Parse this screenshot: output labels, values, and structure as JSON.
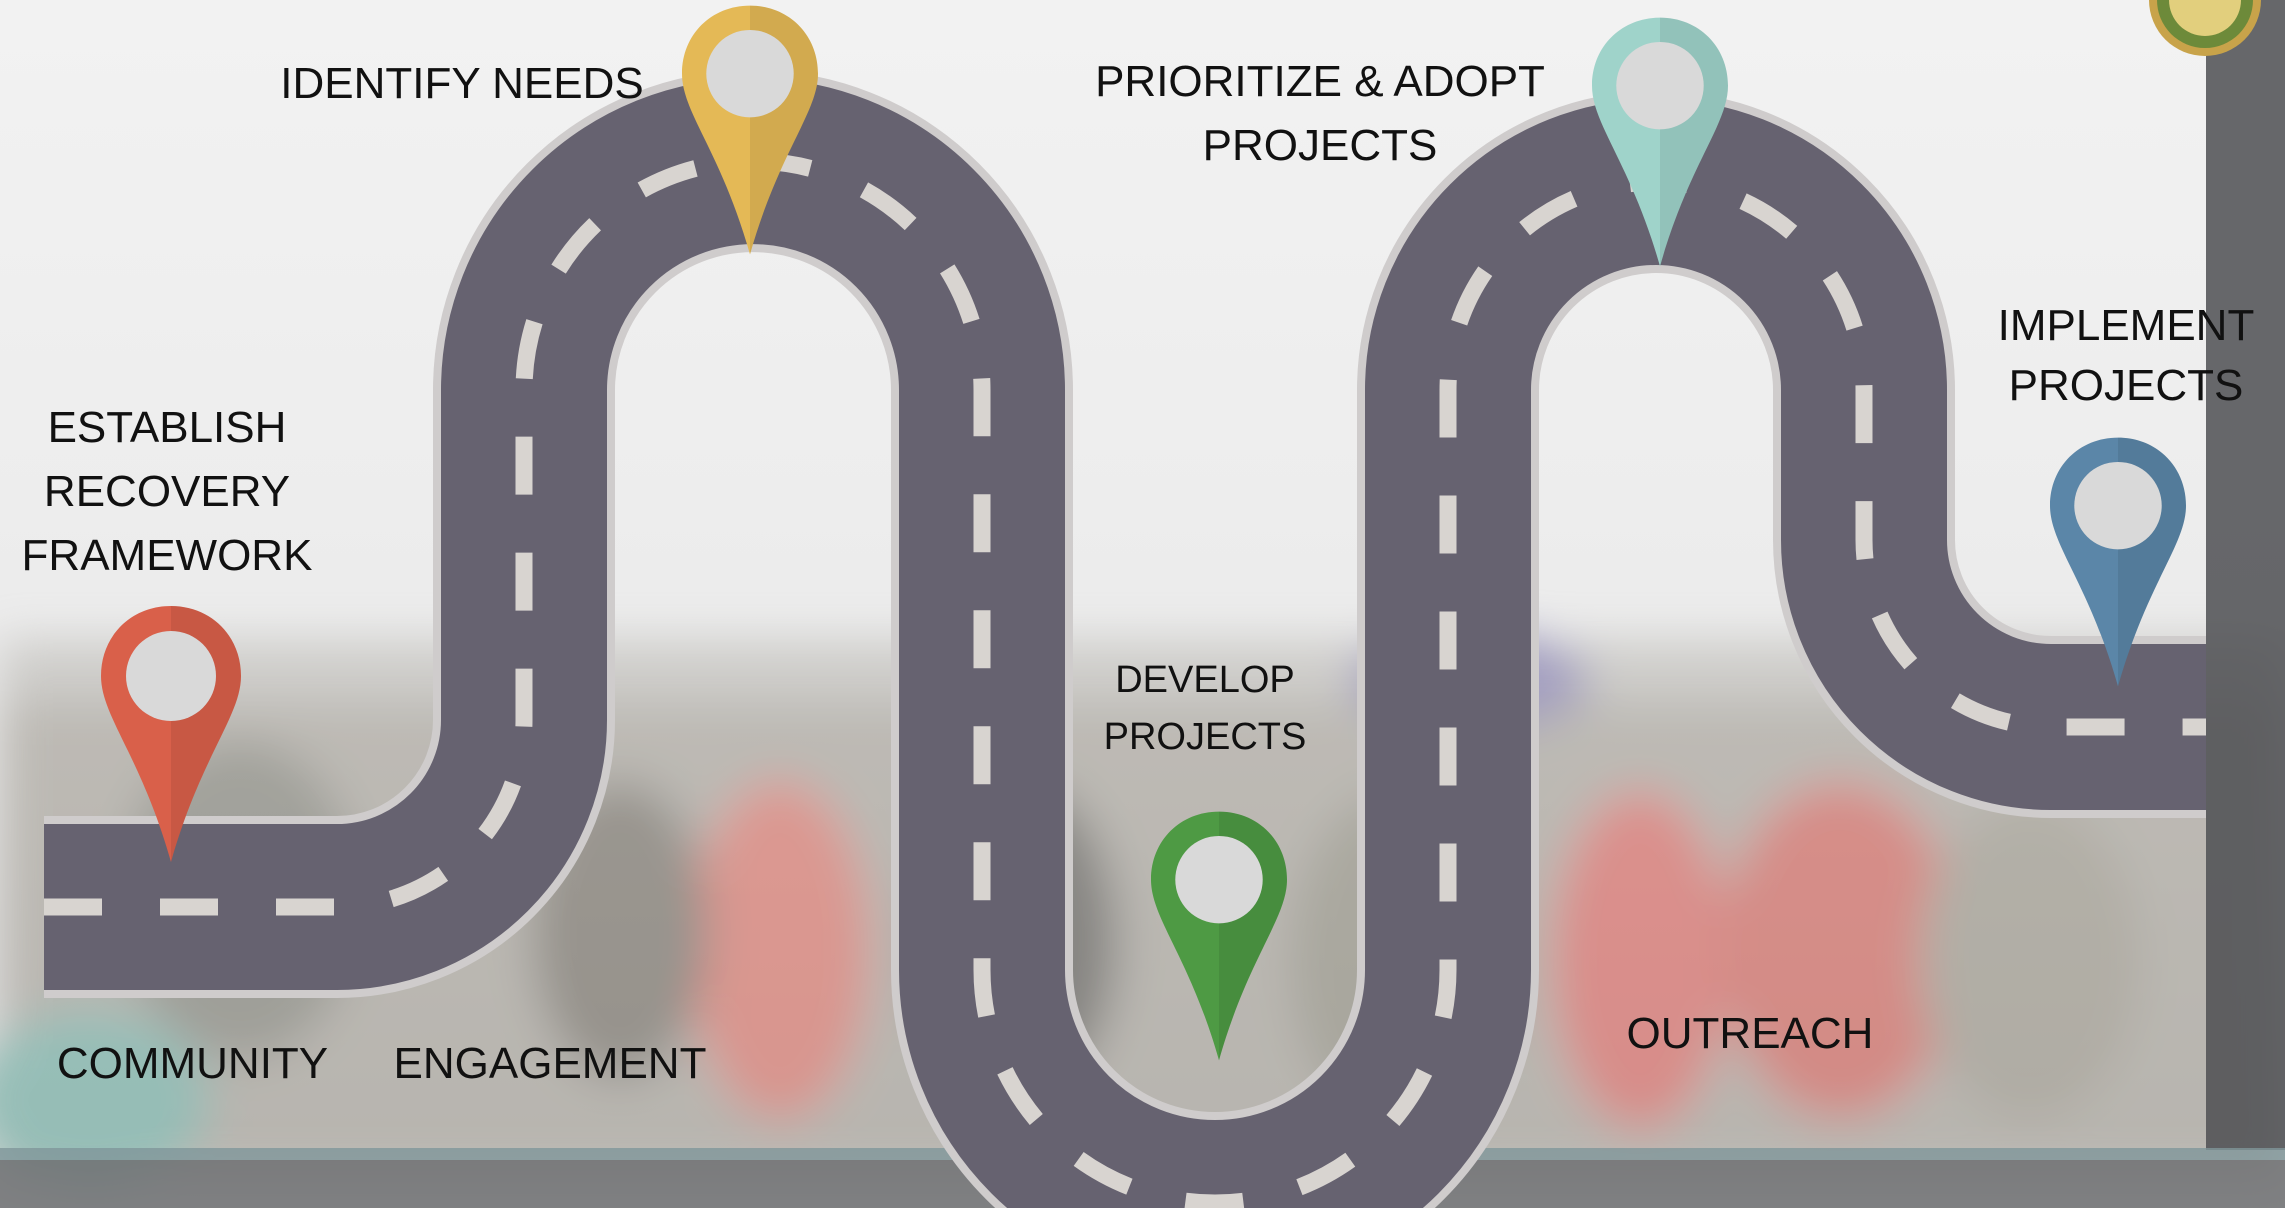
{
  "steps": {
    "establish": {
      "lines": [
        "ESTABLISH",
        "RECOVERY",
        "FRAMEWORK"
      ],
      "color": "#d9604a"
    },
    "identify": {
      "lines": [
        "IDENTIFY NEEDS"
      ],
      "color": "#e4b956"
    },
    "develop": {
      "lines": [
        "DEVELOP",
        "PROJECTS"
      ],
      "color": "#4e9a44"
    },
    "prioritize": {
      "lines": [
        "PRIORITIZE & ADOPT",
        "PROJECTS"
      ],
      "color": "#9fd3ca"
    },
    "implement": {
      "lines": [
        "IMPLEMENT",
        "PROJECTS"
      ],
      "color": "#5b86a8"
    }
  },
  "bottom_labels": {
    "community": "COMMUNITY",
    "engagement": "ENGAGEMENT",
    "outreach": "OUTREACH"
  },
  "colors": {
    "road": "#5d5968",
    "road_edge": "#cfcccc",
    "dash": "#d8d4d0",
    "pin_center": "#d9d9d9"
  }
}
